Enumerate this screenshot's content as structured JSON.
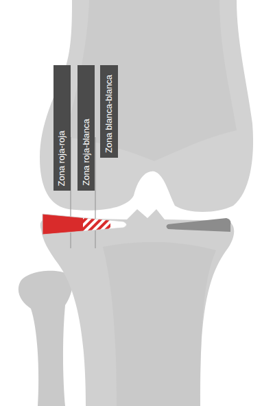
{
  "diagram": {
    "nodes": [
      {
        "text": [
          "Zona roja-roja"
        ]
      },
      {
        "text": [
          "Zona roja-blanca"
        ]
      },
      {
        "text": [
          "Zona blanca-blanca"
        ]
      }
    ]
  }
}
